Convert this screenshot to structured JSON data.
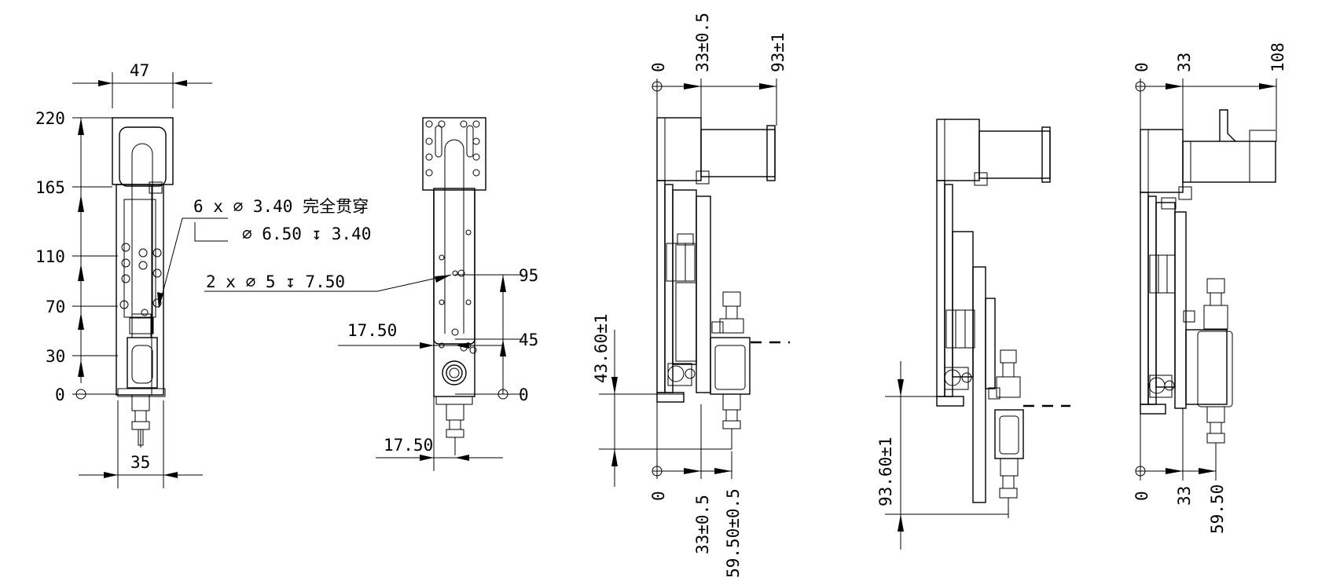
{
  "view1": {
    "width_top": "47",
    "heights": [
      "220",
      "165",
      "110",
      "70",
      "30",
      "0"
    ],
    "width_bottom": "35",
    "note_line1": "6 x ∅ 3.40 完全贯穿",
    "note_line2": "∅ 6.50 ↧ 3.40"
  },
  "view2": {
    "hole_note": "2 x ∅ 5 ↧ 7.50",
    "offset_top": "17.50",
    "offset_bottom": "17.50",
    "heights": [
      "95",
      "45",
      "0"
    ]
  },
  "view3": {
    "top_dims": [
      "0",
      "33±0.5",
      "93±1"
    ],
    "side_dim": "43.60±1",
    "bottom_dims": [
      "0",
      "33±0.5",
      "59.50±0.5"
    ]
  },
  "view4": {
    "side_dim": "93.60±1"
  },
  "view5": {
    "top_dims": [
      "0",
      "33",
      "108"
    ],
    "bottom_dims": [
      "0",
      "33",
      "59.50"
    ]
  }
}
